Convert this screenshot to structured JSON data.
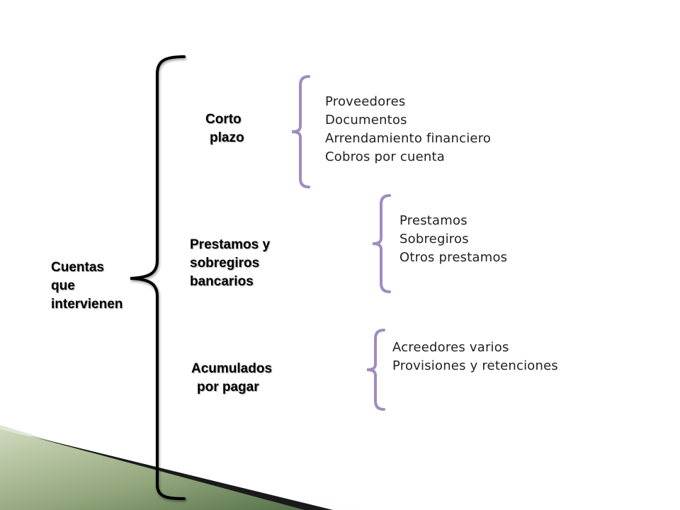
{
  "diagram": {
    "root": {
      "label_lines": [
        "Cuentas",
        "que",
        "intervienen"
      ]
    },
    "categories": [
      {
        "label_lines": [
          "Corto",
          "plazo"
        ],
        "items": [
          "Proveedores",
          "Documentos",
          "Arrendamiento financiero",
          "Cobros por cuenta"
        ]
      },
      {
        "label_lines": [
          "Prestamos y",
          "sobregiros",
          "bancarios"
        ],
        "items": [
          "Prestamos",
          "Sobregiros",
          "Otros prestamos"
        ]
      },
      {
        "label_lines": [
          "Acumulados",
          "por pagar"
        ],
        "items": [
          "Acreedores varios",
          "Provisiones y retenciones"
        ]
      }
    ],
    "colors": {
      "main_brace": "#000000",
      "sub_brace": "#a08cc0",
      "text": "#222222",
      "accent_dark_green": "#3f5a36",
      "accent_light_green": "#b9c6a4"
    }
  }
}
